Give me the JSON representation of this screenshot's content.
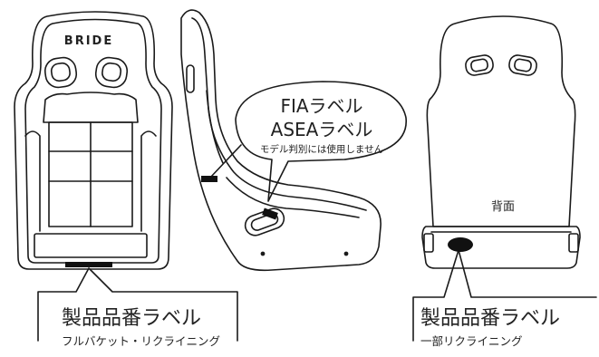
{
  "brand_logo": "BRIDE",
  "fia_callout": {
    "line1": "FIAラベル",
    "line2": "ASEAラベル",
    "note": "モデル判別には使用しません"
  },
  "back_label": "背面",
  "front_callout": {
    "title": "製品品番ラベル",
    "subtitle": "フルバケット・リクライニング"
  },
  "rear_callout": {
    "title": "製品品番ラベル",
    "subtitle": "一部リクライニング"
  },
  "colors": {
    "line": "#1a1a1a",
    "label_marker": "#111111",
    "background": "#ffffff"
  }
}
